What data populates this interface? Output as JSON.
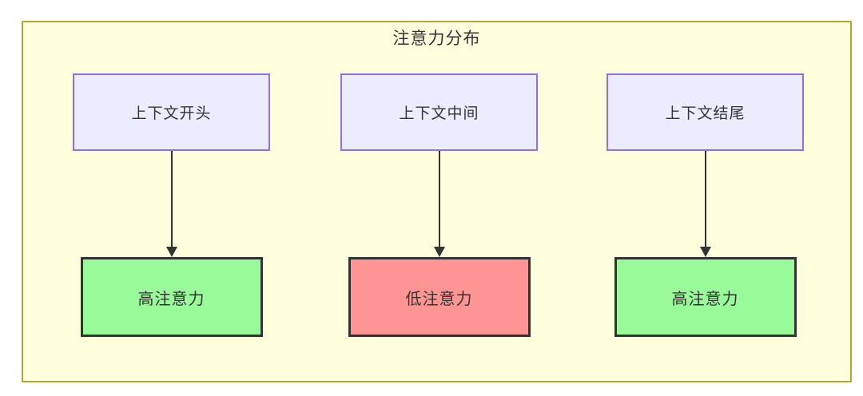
{
  "diagram": {
    "title": "注意力分布",
    "type": "flowchart",
    "colors": {
      "container_bg": "#FFFFDE",
      "container_border": "#AAAA33",
      "source_node_bg": "#ECECFF",
      "source_node_border": "#9370DB",
      "high_attention_bg": "#99FA99",
      "low_attention_bg": "#FD9595",
      "result_node_border": "#333333",
      "arrow": "#333333",
      "text": "#333333"
    },
    "columns": [
      {
        "source": "上下文开头",
        "result": "高注意力",
        "level": "high"
      },
      {
        "source": "上下文中间",
        "result": "低注意力",
        "level": "low"
      },
      {
        "source": "上下文结尾",
        "result": "高注意力",
        "level": "high"
      }
    ]
  }
}
